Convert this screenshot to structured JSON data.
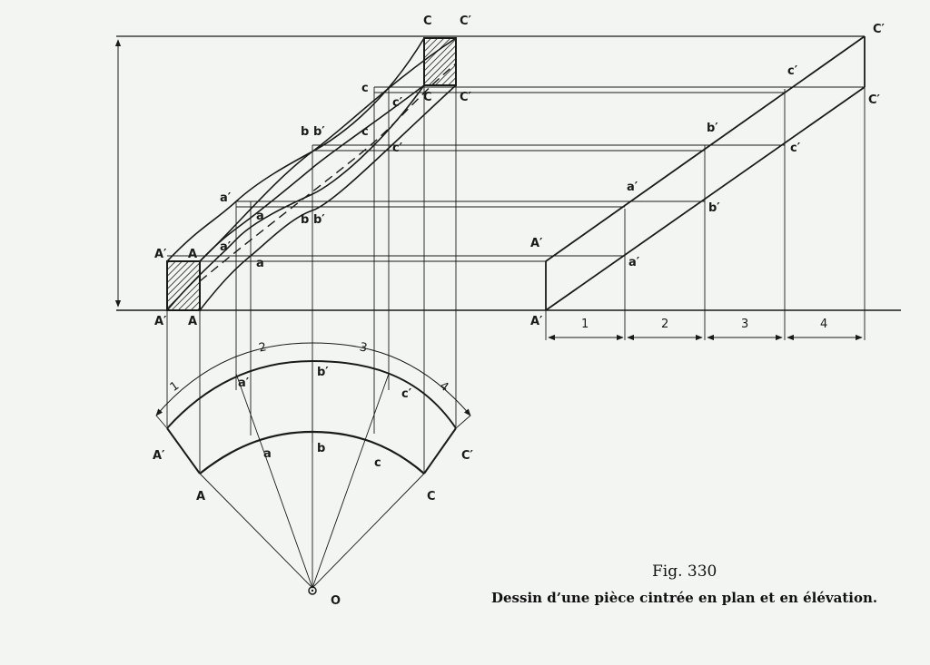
{
  "figure": {
    "number": "Fig.  330",
    "title": "Dessin d’une pièce cintrée en plan et en élévation."
  },
  "labels": {
    "A_prime": "A′",
    "A": "A",
    "a_prime": "a′",
    "a": "a",
    "b_prime": "b′",
    "b": "b",
    "c_prime": "c′",
    "c": "c",
    "C_prime": "C′",
    "C": "C",
    "O": "O"
  },
  "dimensions": [
    "1",
    "2",
    "3",
    "4"
  ],
  "colors": {
    "ink": "#1a1a1a",
    "paper": "#f3f5f3"
  }
}
